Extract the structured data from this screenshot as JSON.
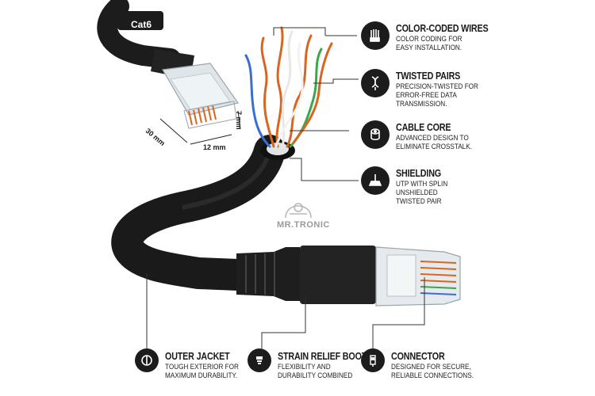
{
  "product": {
    "cable_label": "Cat6",
    "brand": "MR.TRONIC",
    "dimensions": {
      "length": "30 mm",
      "width": "12 mm",
      "height": "7 mm"
    }
  },
  "features": [
    {
      "icon": "wire-bundle-icon",
      "title": "COLOR-CODED WIRES",
      "description": "COLOR CODING FOR\nEASY INSTALLATION."
    },
    {
      "icon": "twisted-pair-icon",
      "title": "TWISTED PAIRS",
      "description": "PRECISION-TWISTED FOR\nERROR-FREE DATA\nTRANSMISSION."
    },
    {
      "icon": "cable-core-icon",
      "title": "CABLE CORE",
      "description": "ADVANCED DESIGN TO\nELIMINATE CROSSTALK."
    },
    {
      "icon": "shielding-icon",
      "title": "SHIELDING",
      "description": "UTP WITH SPLIN\nUNSHIELDED\nTWISTED PAIR"
    }
  ],
  "bottom_features": [
    {
      "icon": "outer-jacket-icon",
      "title": "OUTER JACKET",
      "description": "TOUGH EXTERIOR FOR\nMAXIMUM DURABILITY."
    },
    {
      "icon": "strain-relief-icon",
      "title": "STRAIN RELIEF BOOT",
      "description": "FLEXIBILITY AND\nDURABILITY COMBINED"
    },
    {
      "icon": "connector-icon",
      "title": "CONNECTOR",
      "description": "DESIGNED FOR SECURE,\nRELIABLE CONNECTIONS."
    }
  ],
  "colors": {
    "jacket": "#1c1c1c",
    "wire_orange": "#d9661f",
    "wire_green": "#3aa84a",
    "wire_blue": "#3a6fd0",
    "badge": "#1c1c1c"
  }
}
